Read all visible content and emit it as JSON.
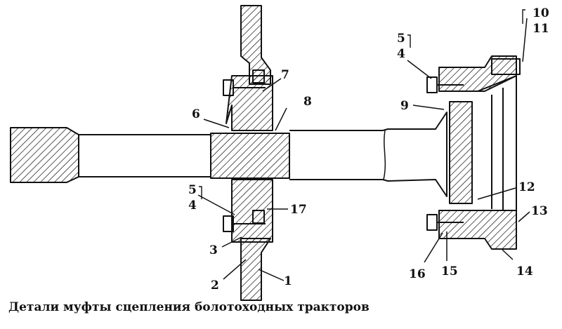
{
  "caption": "Детали муфты сцепления болотоходных тракторов",
  "callouts": [
    "1",
    "2",
    "3",
    "4",
    "5",
    "6",
    "7",
    "8",
    "9",
    "10",
    "11",
    "12",
    "13",
    "14",
    "15",
    "16",
    "17"
  ],
  "colors": {
    "ink": "#111111",
    "background": "#ffffff"
  }
}
